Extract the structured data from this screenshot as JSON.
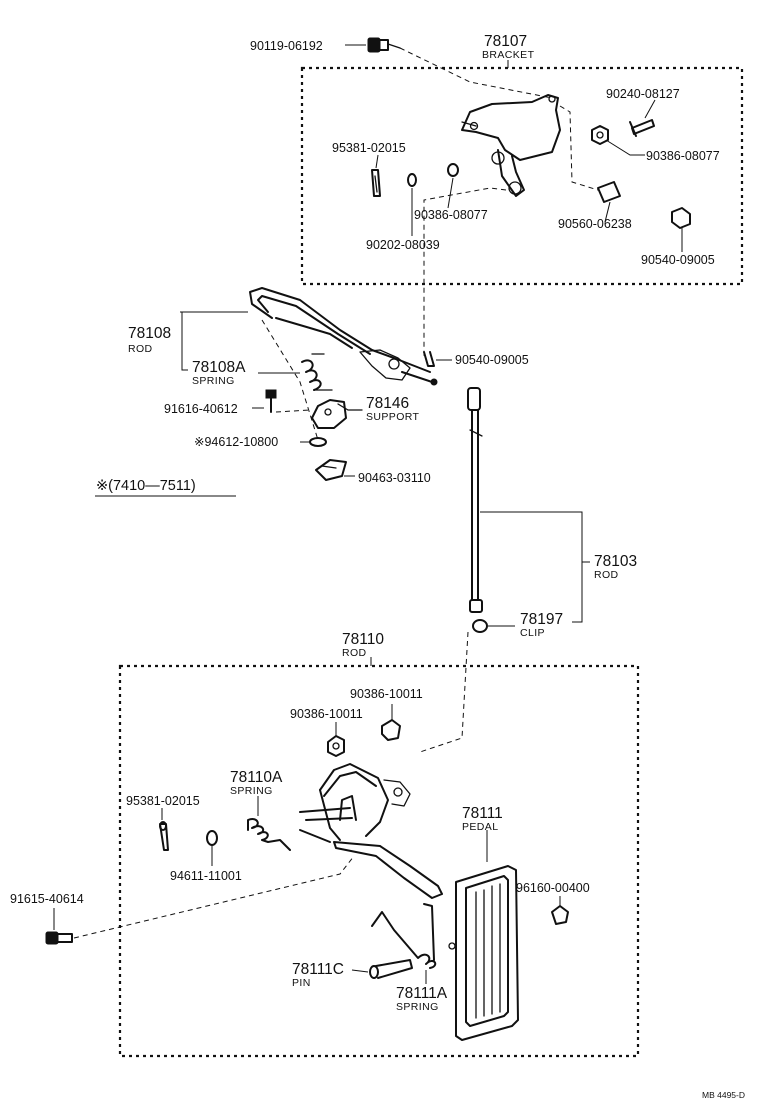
{
  "labels": {
    "bolt_90119": "90119-06192",
    "bracket_num": "78107",
    "bracket_cap": "BRACKET",
    "pin_90240": "90240-08127",
    "nut_90386_08077_a": "90386-08077",
    "cotter_95381_top": "95381-02015",
    "nut_90386_08077_b": "90386-08077",
    "bushing_90560": "90560-06238",
    "washer_90202": "90202-08039",
    "nut_90540_top": "90540-09005",
    "rod_num": "78108",
    "rod_cap": "ROD",
    "spring_num": "78108A",
    "spring_cap": "SPRING",
    "clip_90540": "90540-09005",
    "bolt_91616": "91616-40612",
    "support_num": "78146",
    "support_cap": "SUPPORT",
    "washer_94612": "※94612-10800",
    "clip_90463": "90463-03110",
    "note": "※(7410—7511)",
    "rod2_num": "78103",
    "rod2_cap": "ROD",
    "clip_num": "78197",
    "clip_cap": "CLIP",
    "rod3_num": "78110",
    "rod3_cap": "ROD",
    "nut_90386_10011_a": "90386-10011",
    "nut_90386_10011_b": "90386-10011",
    "spring2_num": "78110A",
    "spring2_cap": "SPRING",
    "cotter_95381_bottom": "95381-02015",
    "washer_94611": "94611-11001",
    "pedal_num": "78111",
    "pedal_cap": "PEDAL",
    "cap_96160": "96160-00400",
    "bolt_91615": "91615-40614",
    "pin_num": "78111C",
    "pin_cap": "PIN",
    "spring3_num": "78111A",
    "spring3_cap": "SPRING",
    "ref": "MB 4495-D"
  },
  "icons": {
    "bolt": "bolt-icon",
    "nut": "nut-icon",
    "spring": "spring-icon",
    "pedal": "pedal-icon"
  }
}
